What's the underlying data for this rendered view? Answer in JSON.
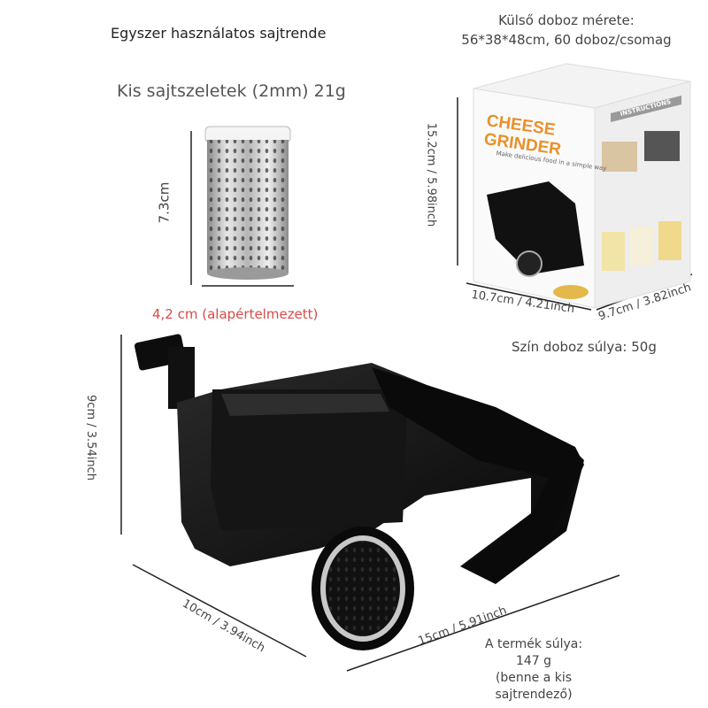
{
  "title": "Egyszer használatos sajtrende",
  "outer_box": {
    "line1": "Külső doboz mérete:",
    "line2": "56*38*48cm, 60 doboz/csomag"
  },
  "drum": {
    "slices_label": "Kis sajtszeletek (2mm) 21g",
    "height_label": "7.3cm",
    "default_label": "4,2 cm (alapértelmezett)"
  },
  "box": {
    "brand_line1": "CHEESE",
    "brand_line2": "GRINDER",
    "tagline": "Make delicious food in a simple way",
    "instructions": "INSTRUCTIONS",
    "height_label": "15.2cm / 5.98inch",
    "width_label": "10.7cm / 4.21inch",
    "depth_label": "9.7cm / 3.82inch",
    "weight_label": "Szín doboz súlya: 50g"
  },
  "product": {
    "height_label": "9cm / 3.54inch",
    "width1_label": "10cm / 3.94inch",
    "width2_label": "15cm / 5.91inch",
    "weight_line1": "A termék súlya: 147 g",
    "weight_line2": "(benne a kis",
    "weight_line3": "sajtrendező)"
  }
}
